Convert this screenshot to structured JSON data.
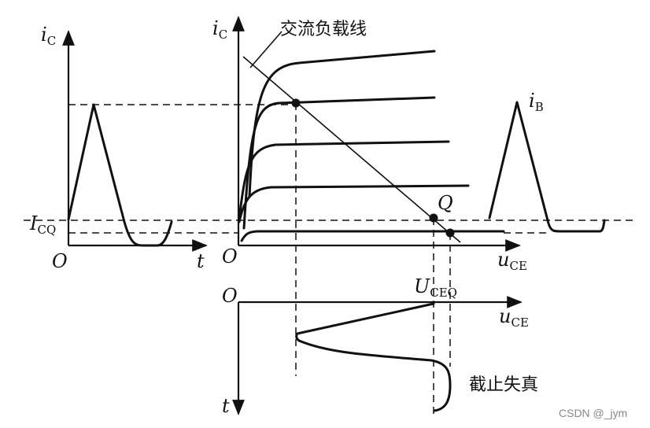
{
  "labels": {
    "ic_left": "i",
    "ic_left_sub": "C",
    "ic_mid": "i",
    "ic_mid_sub": "C",
    "icq": "I",
    "icq_sub": "CQ",
    "origin_left": "O",
    "t_left": "t",
    "origin_mid": "O",
    "uce_mid": "u",
    "uce_mid_sub": "CE",
    "ib": "i",
    "ib_sub": "B",
    "q_point": "Q",
    "uceq": "U",
    "uceq_sub": "CEQ",
    "origin_bottom": "O",
    "uce_bottom": "u",
    "uce_bottom_sub": "CE",
    "t_bottom": "t",
    "load_line": "交流负载线",
    "distortion": "截止失真"
  },
  "watermark": "CSDN @_jym"
}
